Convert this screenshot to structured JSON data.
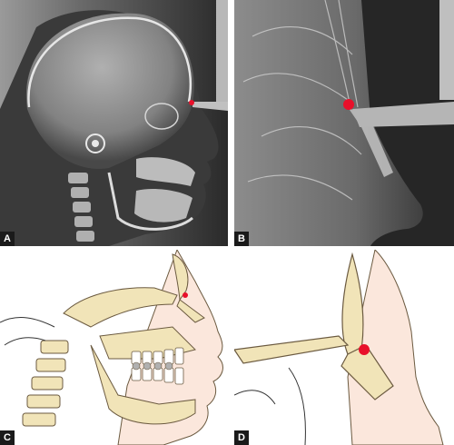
{
  "panels": {
    "a": {
      "label": "A"
    },
    "b": {
      "label": "B"
    },
    "c": {
      "label": "C"
    },
    "d": {
      "label": "D"
    }
  },
  "colors": {
    "marker": "#e8102a",
    "bone_fill": "#f1e4b8",
    "bone_stroke": "#6b5a40",
    "skin_fill": "#fbe7dc",
    "xray_dark": "#1e1e1e",
    "xray_light": "#c9c9c9"
  }
}
